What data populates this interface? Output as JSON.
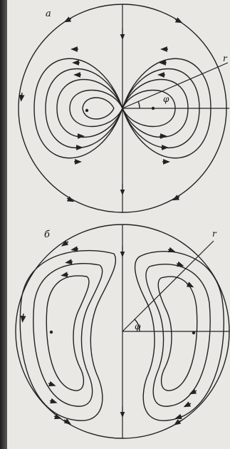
{
  "figure_a": {
    "label": "a",
    "radial_label": "r",
    "angle_label": "φ"
  },
  "figure_b": {
    "label": "б",
    "radial_label": "r",
    "angle_label": "φ"
  },
  "colors": {
    "ink": "#222222",
    "paper": "#e9e8e4"
  }
}
